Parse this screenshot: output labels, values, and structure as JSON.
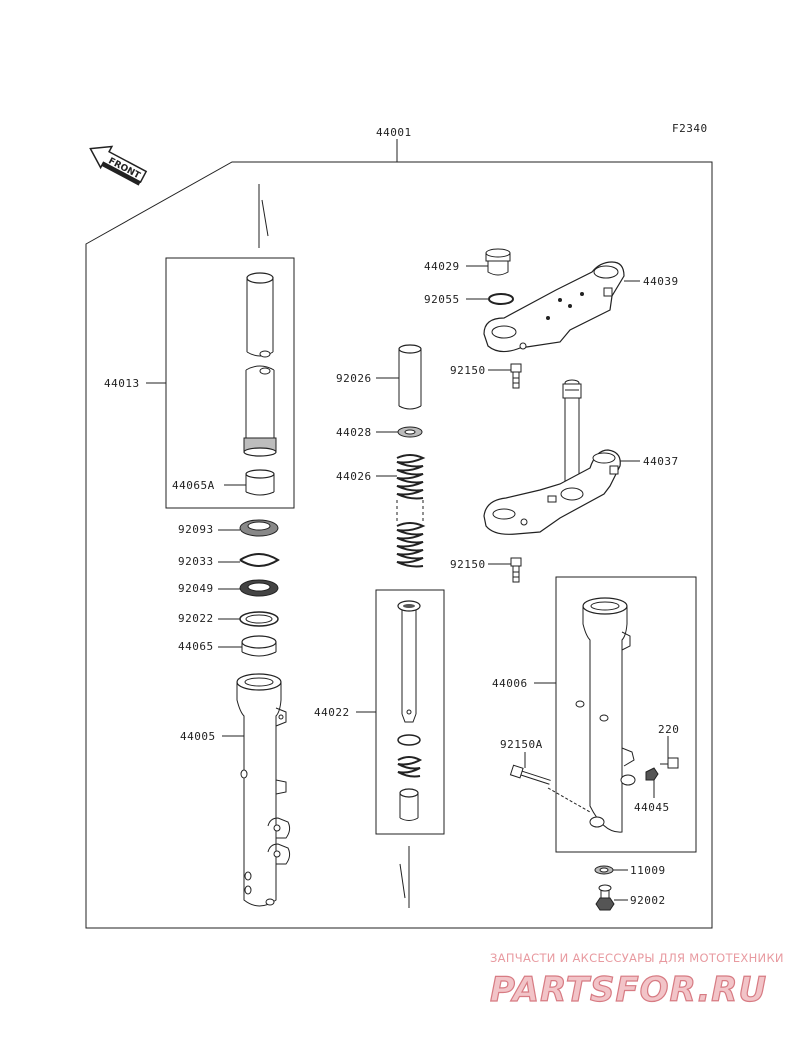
{
  "figure_code": "F2340",
  "front_label": "FRONT",
  "assembly_label": "44001",
  "parts": {
    "p44013": "44013",
    "p44065A": "44065A",
    "p92093": "92093",
    "p92033": "92033",
    "p92049": "92049",
    "p92022": "92022",
    "p44065": "44065",
    "p44005": "44005",
    "p92026": "92026",
    "p44028": "44028",
    "p44026": "44026",
    "p44022": "44022",
    "p44029": "44029",
    "p92055": "92055",
    "p44039": "44039",
    "p92150a": "92150",
    "p44037": "44037",
    "p92150b": "92150",
    "p44006": "44006",
    "p92150A": "92150A",
    "p220": "220",
    "p44045": "44045",
    "p11009": "11009",
    "p92002": "92002"
  },
  "watermark": {
    "tagline": "ЗАПЧАСТИ И АКСЕССУАРЫ ДЛЯ МОТОТЕХНИКИ",
    "logo": "PARTSFOR.RU"
  }
}
